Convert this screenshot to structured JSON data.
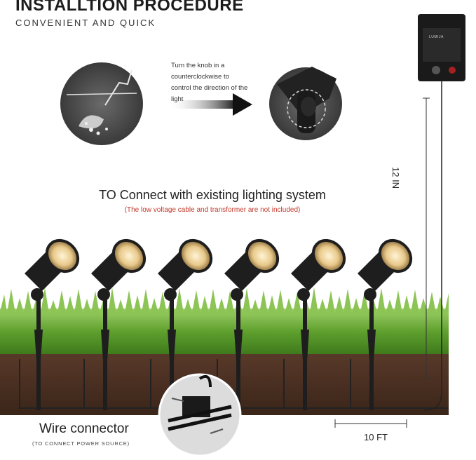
{
  "header": {
    "title": "INSTALLTION PROCEDURE",
    "subtitle": "CONVENIENT AND QUICK"
  },
  "step": {
    "instruction": "Turn the knob in a counterclockwise to control the direction of the light"
  },
  "connection": {
    "heading": "TO Connect with existing lighting system",
    "note": "(The low voltage cable and transformer are not included)"
  },
  "dimensions": {
    "height": "12 IN",
    "width": "10 FT"
  },
  "connector": {
    "label": "Wire connector",
    "note": "(TO CONNECT POWER SOURCE)"
  },
  "transformer": {
    "brand": "LUMIJA"
  },
  "colors": {
    "grass": "#5fa02e",
    "soil": "#4a2f22",
    "fixture": "#1e1e1e",
    "warm_light": "#e8c98a",
    "note_red": "#c0392b"
  }
}
